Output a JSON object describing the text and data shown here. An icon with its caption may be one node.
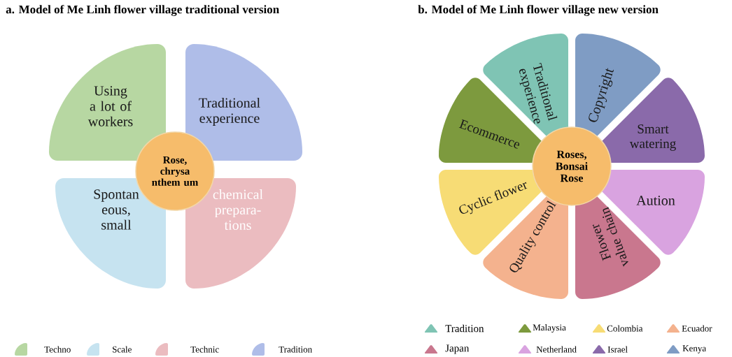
{
  "diagram": {
    "nodes": [
      {
        "text": [
          "Using a lot of workers"
        ]
      },
      {
        "text": [
          "Traditional experience"
        ]
      },
      {
        "text": [
          "Rose, chrysa nthem um"
        ]
      },
      {
        "text": [
          "Spontan eous, small"
        ]
      },
      {
        "text": [
          "chemical prepara- tions"
        ]
      },
      {
        "text": [
          "Traditional experience"
        ]
      },
      {
        "text": [
          "Copyright"
        ]
      },
      {
        "text": [
          "Smart watering"
        ]
      },
      {
        "text": [
          "Aution"
        ]
      },
      {
        "text": [
          "Flower value chain"
        ]
      },
      {
        "text": [
          "Quality control"
        ]
      },
      {
        "text": [
          "Cyclic flower"
        ]
      },
      {
        "text": [
          "Ecommerce"
        ]
      },
      {
        "text": [
          "Roses, Bonsai Rose"
        ]
      }
    ],
    "labels": [
      "a. Model of Me Linh flower village traditional version",
      "b. Model of Me Linh flower village new version"
    ],
    "legend": [
      {
        "text": "Techno",
        "color": "#b7d7a2"
      },
      {
        "text": "Scale",
        "color": "#c6e3f0"
      },
      {
        "text": "Technic",
        "color": "#ebbcc0"
      },
      {
        "text": "Tradition",
        "color": "#afbde8"
      },
      {
        "text": "Tradition",
        "color": "#7fc4b4"
      },
      {
        "text": "Malaysia",
        "color": "#7d9a3e"
      },
      {
        "text": "Colombia",
        "color": "#f7dc75"
      },
      {
        "text": "Ecuador",
        "color": "#f4b28e"
      },
      {
        "text": "Japan",
        "color": "#c9778e"
      },
      {
        "text": "Netherland",
        "color": "#d9a3e0"
      },
      {
        "text": "Israel",
        "color": "#8a6aaa"
      },
      {
        "text": "Kenya",
        "color": "#7f9cc4"
      }
    ]
  }
}
